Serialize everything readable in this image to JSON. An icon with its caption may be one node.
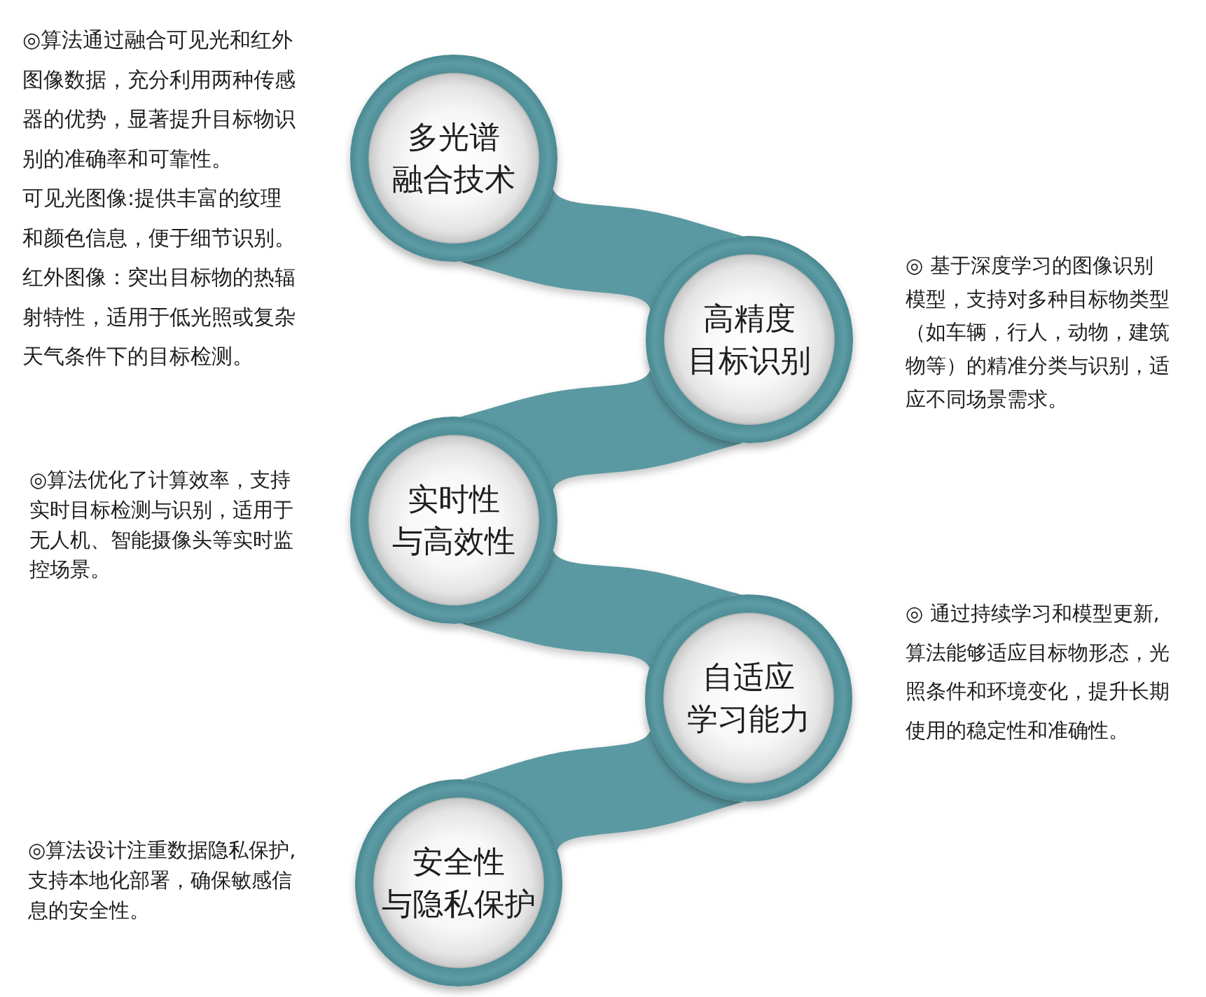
{
  "diagram": {
    "nodes": [
      {
        "text": [
          "多光谱融合技术"
        ],
        "beside": [
          "◎算法通过融合可见光和红外图像数据，充分利用两种传感器的优势，显著提升目标物识别的准确率和可靠性。",
          "可见光图像:提供丰富的纹理和颜色信息，便于细节识别。",
          "红外图像：突出目标物的热辐射特性，适用于低光照或复杂天气条件下的目标检测。"
        ]
      },
      {
        "text": [
          "高精度目标识别"
        ],
        "beside": [
          "◎ 基于深度学习的图像识别模型，支持对多种目标物类型（如车辆，行人，动物，建筑物等）的精准分类与识别，适应不同场景需求。"
        ]
      },
      {
        "text": [
          "实时性与高效性"
        ],
        "beside": [
          "◎算法优化了计算效率，支持实时目标检测与识别，适用于无人机、智能摄像头等实时监控场景。"
        ]
      },
      {
        "text": [
          "自适应学习能力"
        ],
        "beside": [
          "◎ 通过持续学习和模型更新,算法能够适应目标物形态，光照条件和环境变化，提升长期使用的稳定性和准确性。"
        ]
      },
      {
        "text": [
          "安全性与隐私保护"
        ],
        "beside": [
          "◎算法设计注重数据隐私保护,支持本地化部署，确保敏感信息的安全性。"
        ]
      }
    ],
    "edges": [
      {
        "from": 0,
        "to": 1,
        "arrow": "none"
      },
      {
        "from": 1,
        "to": 2,
        "arrow": "none"
      },
      {
        "from": 2,
        "to": 3,
        "arrow": "none"
      },
      {
        "from": 3,
        "to": 4,
        "arrow": "none"
      }
    ]
  }
}
